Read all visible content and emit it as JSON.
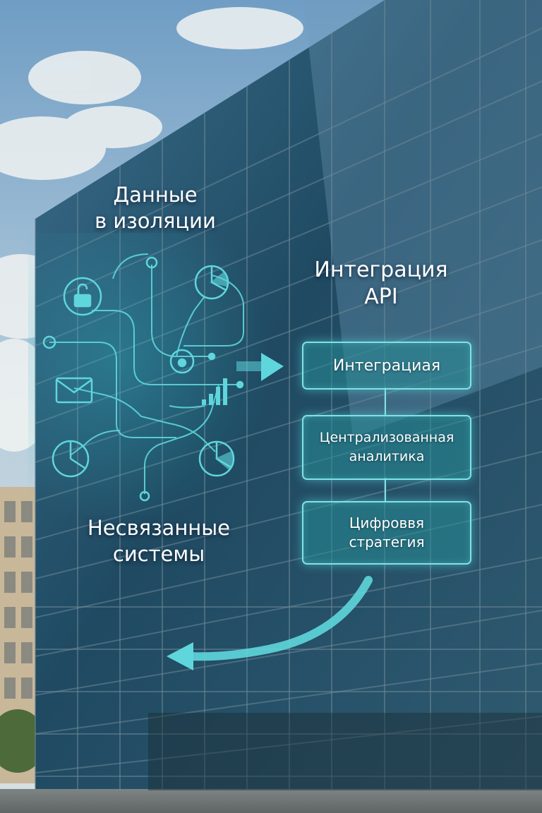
{
  "isolated": {
    "line1": "Данные",
    "line2": "в изоляции"
  },
  "api": {
    "line1": "Интеграция",
    "line2": "API"
  },
  "unlinked": {
    "line1": "Несвязанные",
    "line2": "системы"
  },
  "steps": [
    {
      "line1": "Интеграциая"
    },
    {
      "line1": "Централизованная",
      "line2": "аналитика"
    },
    {
      "line1": "Цифроввя",
      "line2": "стратегия"
    }
  ],
  "icons": [
    "lock-icon",
    "pie-chart-icon",
    "mail-icon",
    "bar-chart-icon",
    "user-icon",
    "pie-chart-icon"
  ],
  "colors": {
    "accent": "#5fd6dc",
    "box_border": "#7fe3e6",
    "sky": "#8fb3cf",
    "glass": "#244c63"
  }
}
